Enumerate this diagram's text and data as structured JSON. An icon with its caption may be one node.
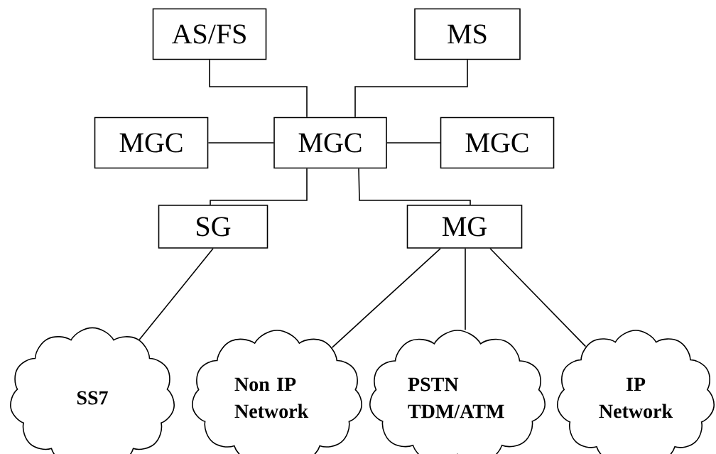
{
  "diagram": {
    "nodes": [
      {
        "text": [
          "AS/FS"
        ]
      },
      {
        "text": [
          "MS"
        ]
      },
      {
        "text": [
          "MGC"
        ]
      },
      {
        "text": [
          "MGC"
        ]
      },
      {
        "text": [
          "MGC"
        ]
      },
      {
        "text": [
          "SG"
        ]
      },
      {
        "text": [
          "MG"
        ]
      },
      {
        "text": [
          "SS7"
        ]
      },
      {
        "text": [
          "Non IP Network"
        ]
      },
      {
        "text": [
          "PSTN TDM/ATM"
        ]
      },
      {
        "text": [
          "IP Network"
        ]
      }
    ],
    "edges": [
      {
        "from": 0,
        "to": 3,
        "arrow": "none"
      },
      {
        "from": 1,
        "to": 3,
        "arrow": "none"
      },
      {
        "from": 2,
        "to": 3,
        "arrow": "none"
      },
      {
        "from": 3,
        "to": 4,
        "arrow": "none"
      },
      {
        "from": 3,
        "to": 5,
        "arrow": "none"
      },
      {
        "from": 3,
        "to": 6,
        "arrow": "none"
      },
      {
        "from": 5,
        "to": 7,
        "arrow": "none"
      },
      {
        "from": 6,
        "to": 8,
        "arrow": "none"
      },
      {
        "from": 6,
        "to": 9,
        "arrow": "none"
      },
      {
        "from": 6,
        "to": 10,
        "arrow": "none"
      }
    ]
  }
}
